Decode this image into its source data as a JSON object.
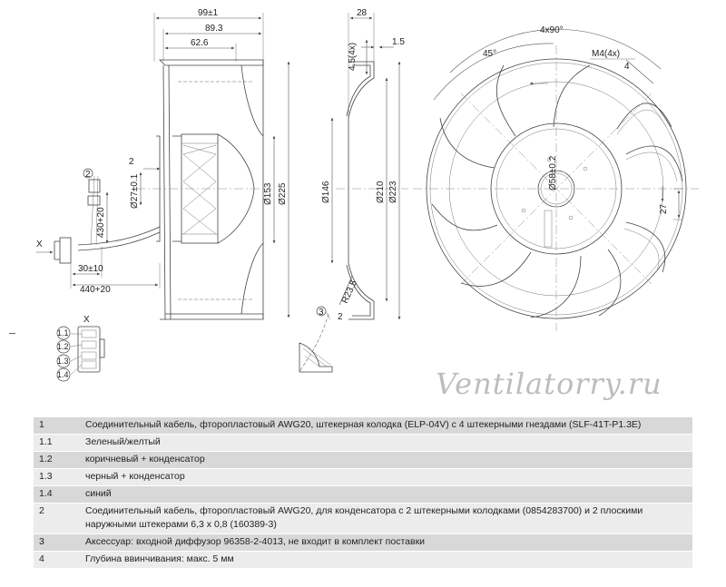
{
  "watermark": "Ventilatorry.ru",
  "side_view": {
    "dim_99": "99±1",
    "dim_89_3": "89.3",
    "dim_62_6": "62.6",
    "dim_2": "2",
    "dia_27": "Ø27±0.1",
    "dia_153": "Ø153",
    "dia_225": "Ø225",
    "dim_430": "430+20",
    "dim_30": "30±10",
    "dim_440": "440+20",
    "callout_2": "2",
    "x_label": "X"
  },
  "section_view": {
    "dim_28": "28",
    "dim_4_5": "4.5(4x)",
    "dim_1_5": "1.5",
    "dia_146": "Ø146",
    "dia_210": "Ø210",
    "dia_223": "Ø223",
    "radius": "R23.5",
    "callout_3": "3",
    "dim_2": "2"
  },
  "front_view": {
    "angle_4x90": "4x90°",
    "angle_45": "45°",
    "thread": "M4(4x)",
    "callout_4": "4",
    "dia_58": "Ø58±0.2",
    "dim_27": "27"
  },
  "connector": {
    "title": "X",
    "pins": [
      "1.1",
      "1.2",
      "1.3",
      "1.4"
    ]
  },
  "legend": [
    {
      "num": "1",
      "text": "Соединительный кабель, фторопластовый AWG20, штекерная колодка (ELP-04V) с 4 штекерными гнездами (SLF-41T-P1.3E)"
    },
    {
      "num": "1.1",
      "text": "Зеленый/желтый"
    },
    {
      "num": "1.2",
      "text": "коричневый + конденсатор"
    },
    {
      "num": "1.3",
      "text": "черный + конденсатор"
    },
    {
      "num": "1.4",
      "text": "синий"
    },
    {
      "num": "2",
      "text": "Соединительный кабель, фторопластовый AWG20, для конденсатора с 2 штекерными колодками (0854283700) и 2 плоскими наружными штекерами 6,3 x 0,8 (160389-3)"
    },
    {
      "num": "3",
      "text": "Аксессуар: входной диффузор 96358-2-4013, не входит в комплект поставки"
    },
    {
      "num": "4",
      "text": "Глубина ввинчивания: макс. 5 мм"
    }
  ]
}
